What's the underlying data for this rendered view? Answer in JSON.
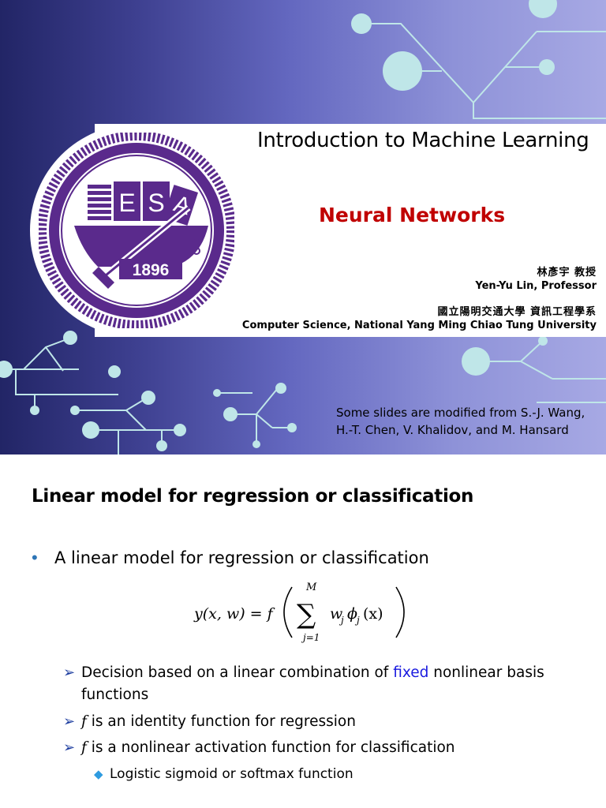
{
  "slide1": {
    "title": "Introduction to Machine Learning",
    "subtitle": "Neural Networks",
    "professor_zh": "林彥宇 教授",
    "professor_en": "Yen-Yu Lin, Professor",
    "department_zh": "國立陽明交通大學 資訊工程學系",
    "department_en": "Computer Science, National Yang Ming Chiao Tung University",
    "credits_line1": "Some slides are modified from S.-J. Wang,",
    "credits_line2": "H.-T. Chen, V. Khalidov, and M. Hansard",
    "logo": {
      "letters": [
        "E",
        "S",
        "A"
      ],
      "year": "1896",
      "color": "#5a2a8c"
    },
    "colors": {
      "background_dark": "#222566",
      "background_light": "#a7a9e4",
      "circuit": "#bfe6e8",
      "subtitle": "#c00000"
    }
  },
  "slide2": {
    "title": "Linear model for regression or classification",
    "bullet1": "A linear model for regression or classification",
    "equation": {
      "lhs": "y(x, w) = f",
      "sum_upper": "M",
      "sum_lower": "j=1",
      "term": "w",
      "term_sub": "j",
      "phi": "ϕ",
      "phi_sub": "j",
      "arg": "(x)"
    },
    "sub1_pre": "Decision based on a linear combination of ",
    "sub1_highlight": "fixed",
    "sub1_post": " nonlinear basis",
    "sub1_line2": "functions",
    "f_symbol": "f",
    "sub2_text": " is an identity function for regression",
    "sub3_text": " is a nonlinear activation function for classification",
    "sub3_1": "Logistic sigmoid or softmax function",
    "arrow_glyph": "➢",
    "bullet_glyph": "•",
    "diamond_glyph": "◆",
    "highlight_color": "#1a1adf"
  }
}
